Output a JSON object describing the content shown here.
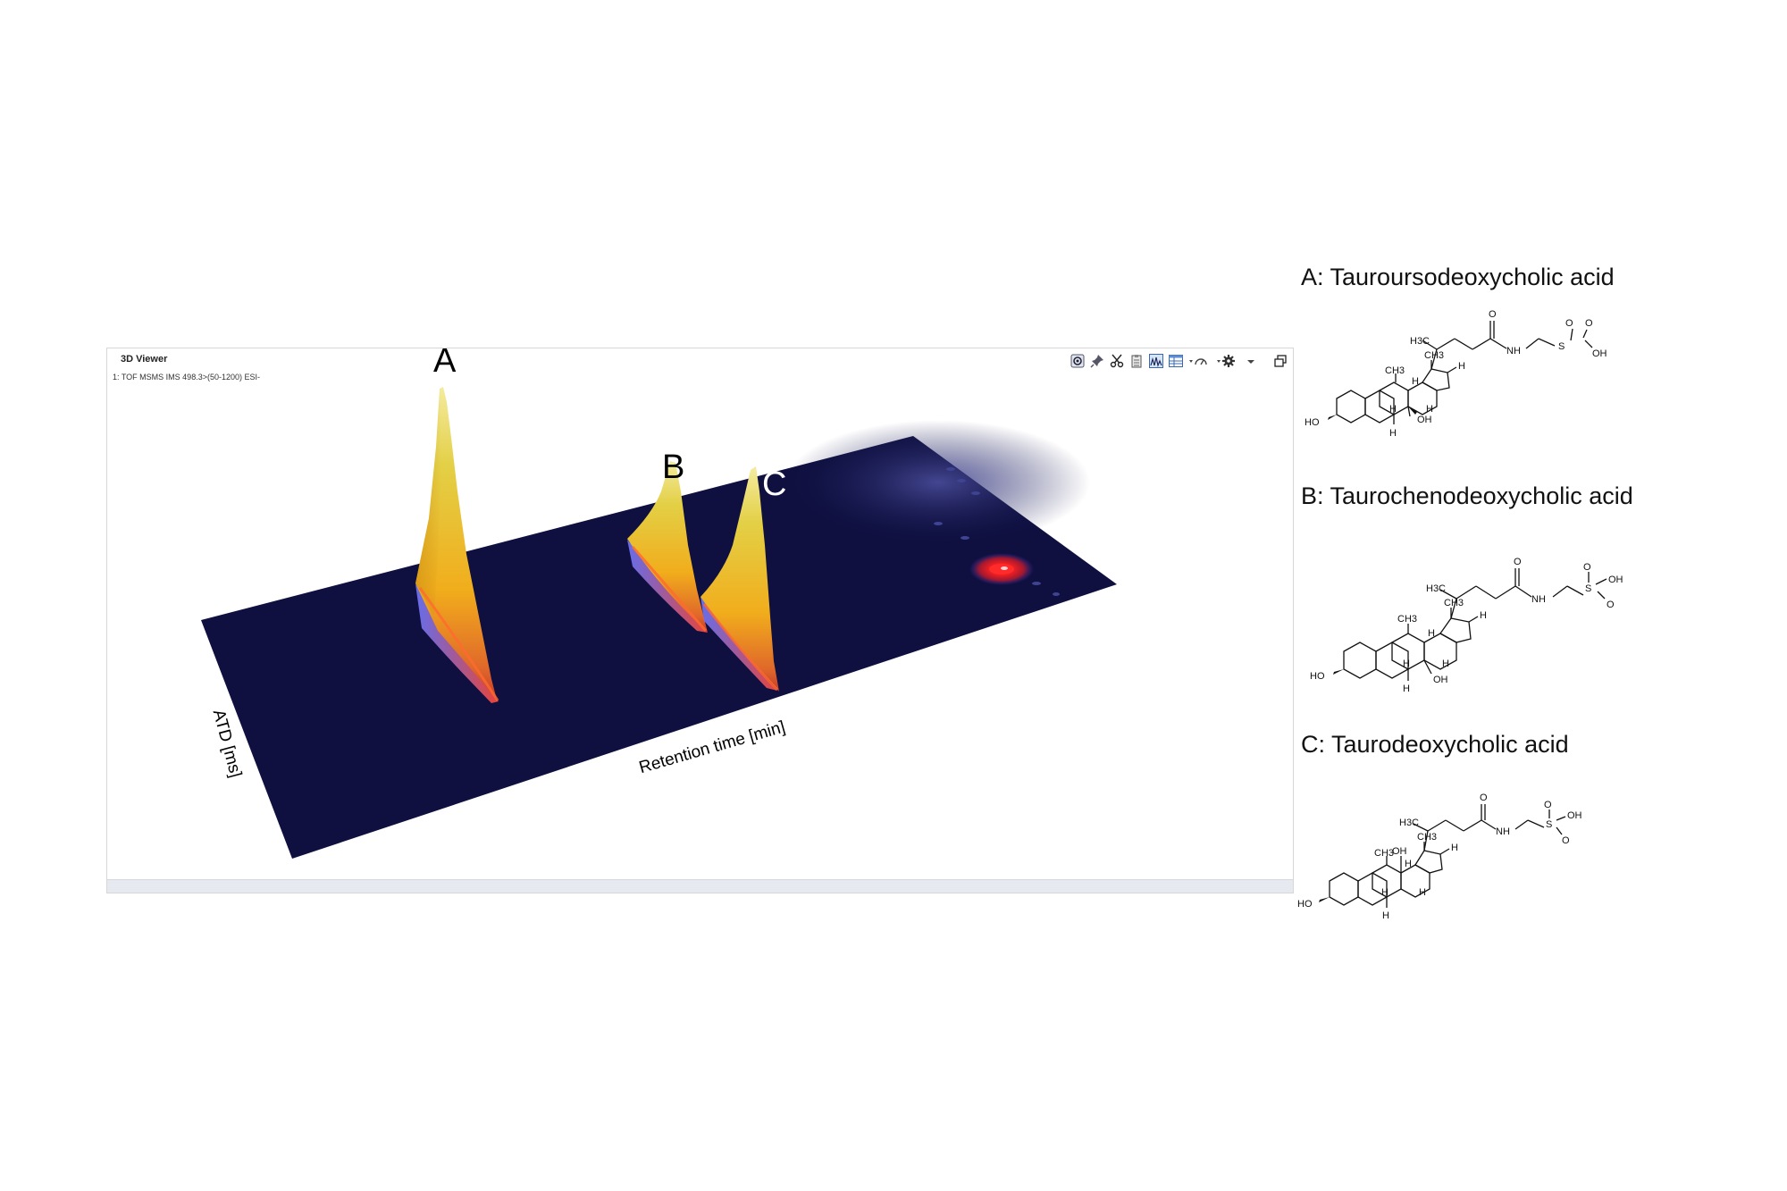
{
  "viewer": {
    "title": "3D Viewer",
    "subtitle": "1: TOF MSMS IMS 498.3>(50-1200) ESI-",
    "toolbar_icons": [
      "target-icon",
      "pin-icon",
      "scissors-icon",
      "clipboard-icon",
      "spectrum-icon",
      "table-icon",
      "speed-gauge-icon",
      "gear-icon",
      "restore-window-icon"
    ]
  },
  "plot": {
    "peaks": [
      {
        "label": "A"
      },
      {
        "label": "B"
      },
      {
        "label": "C"
      }
    ],
    "x_axis_label": "Retention time [min]",
    "y_axis_label": "ATD [ms]",
    "colors": {
      "plane": "#0f1040",
      "peak_top": "#e3d046",
      "peak_mid": "#f1ad1c",
      "peak_base": "#d94a22",
      "hotspot": "#ff2020"
    }
  },
  "compounds": [
    {
      "name": "A: Tauroursodeoxycholic acid",
      "atoms": {
        "me1": "H3C",
        "me2": "CH3",
        "me3": "CH3",
        "h17": "H",
        "h8": "H",
        "h9": "H",
        "h14": "H",
        "h5": "H",
        "ho3": "HO",
        "oh7": "OH",
        "o": "O",
        "nh": "NH",
        "s": "S",
        "o1": "O",
        "o2": "O",
        "oh": "OH"
      }
    },
    {
      "name": "B: Taurochenodeoxycholic acid",
      "atoms": {
        "me1": "H3C",
        "me2": "CH3",
        "me3": "CH3",
        "h17": "H",
        "h8": "H",
        "h9": "H",
        "h14": "H",
        "h5": "H",
        "ho3": "HO",
        "oh7": "OH",
        "o": "O",
        "nh": "NH",
        "s": "S",
        "o1": "O",
        "o2": "O",
        "oh": "OH"
      }
    },
    {
      "name": "C: Taurodeoxycholic acid",
      "atoms": {
        "me1": "H3C",
        "me2": "CH3",
        "me3": "CH3",
        "h17": "H",
        "h8": "H",
        "h9": "H",
        "h14": "H",
        "h5": "H",
        "ho3": "HO",
        "oh12": "OH",
        "o": "O",
        "nh": "NH",
        "s": "S",
        "o1": "O",
        "o2": "O",
        "oh": "OH"
      }
    }
  ]
}
